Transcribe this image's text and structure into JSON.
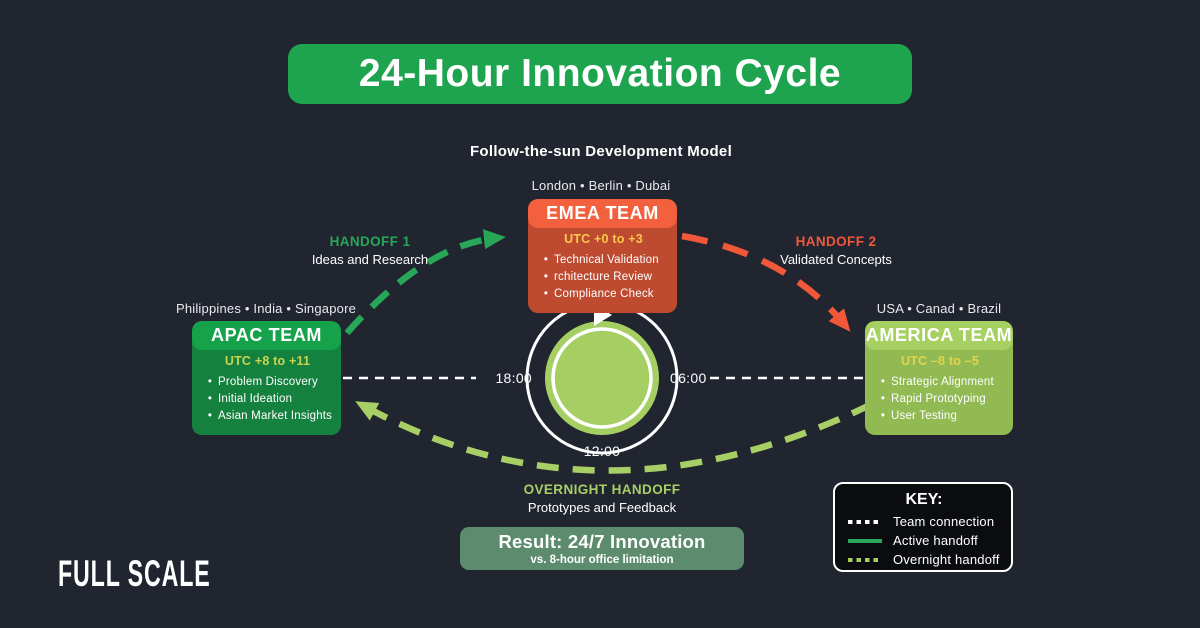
{
  "title": "24-Hour Innovation Cycle",
  "subtitle": "Follow-the-sun Development Model",
  "glyphs": {
    "bullet": "•"
  },
  "teams": {
    "emea": {
      "locations": "London • Berlin • Dubai",
      "name": "EMEA TEAM",
      "utc": "UTC +0 to +3",
      "items": [
        "Technical Validation",
        "rchitecture Review",
        "Compliance Check"
      ]
    },
    "apac": {
      "locations": "Philippines • India • Singapore",
      "name": "APAC TEAM",
      "utc": "UTC +8 to +11",
      "items": [
        "Problem Discovery",
        "Initial Ideation",
        "Asian Market Insights"
      ]
    },
    "america": {
      "locations": "USA • Canad • Brazil",
      "name": "AMERICA TEAM",
      "utc": "UTC –8 to –5",
      "items": [
        "Strategic Alignment",
        "Rapid Prototyping",
        "User Testing"
      ]
    }
  },
  "handoffs": {
    "handoff1": {
      "label": "HANDOFF 1",
      "desc": "Ideas and Research"
    },
    "handoff2": {
      "label": "HANDOFF 2",
      "desc": "Validated Concepts"
    },
    "overnight": {
      "label": "OVERNIGHT HANDOFF",
      "desc": "Prototypes and Feedback"
    }
  },
  "clock": {
    "evening": "18:00",
    "morning": "06:00",
    "noon": "12:00"
  },
  "result": {
    "title": "Result: 24/7 Innovation",
    "note": "vs. 8-hour office limitation"
  },
  "key": {
    "title": "KEY:",
    "items": [
      "Team connection",
      "Active handoff",
      "Overnight handoff"
    ]
  },
  "logo": "FULL SCALE",
  "colors": {
    "background": "#212530",
    "title_banner": "#1EA44F",
    "apac_header": "#16A24B",
    "apac_body": "#15813F",
    "emea_header": "#F2603E",
    "emea_body": "#BE4A2F",
    "america_header": "#A6D061",
    "america_body": "#92BA52",
    "utc_apac": "#C9D44E",
    "utc_emea": "#F9C84E",
    "utc_america": "#E3D44F",
    "handoff1": "#27A757",
    "handoff2": "#F1583A",
    "overnight": "#A8CF66",
    "connection": "#FFFFFF",
    "clock_green": "#A5CF63",
    "result_box": "#5C8C6D",
    "key_bg": "#0A0C10"
  }
}
